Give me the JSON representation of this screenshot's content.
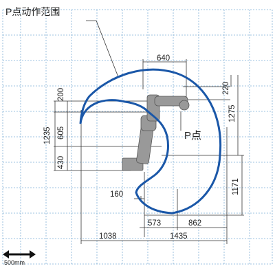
{
  "title": "P点动作范围",
  "point_label": "P点",
  "scale_label": "500mm",
  "dimensions": {
    "top_width": "640",
    "left_200": "200",
    "left_605": "605",
    "left_1235": "1235",
    "left_430": "430",
    "right_220": "220",
    "right_1275": "1275",
    "right_1171": "1171",
    "inner_160": "160",
    "bottom_573": "573",
    "bottom_862": "862",
    "bottom_1038": "1038",
    "bottom_1435": "1435"
  },
  "colors": {
    "envelope": "#1a57a8",
    "grid": "#7fb0d6",
    "robot": "#888888",
    "dimension_line": "#333333"
  }
}
